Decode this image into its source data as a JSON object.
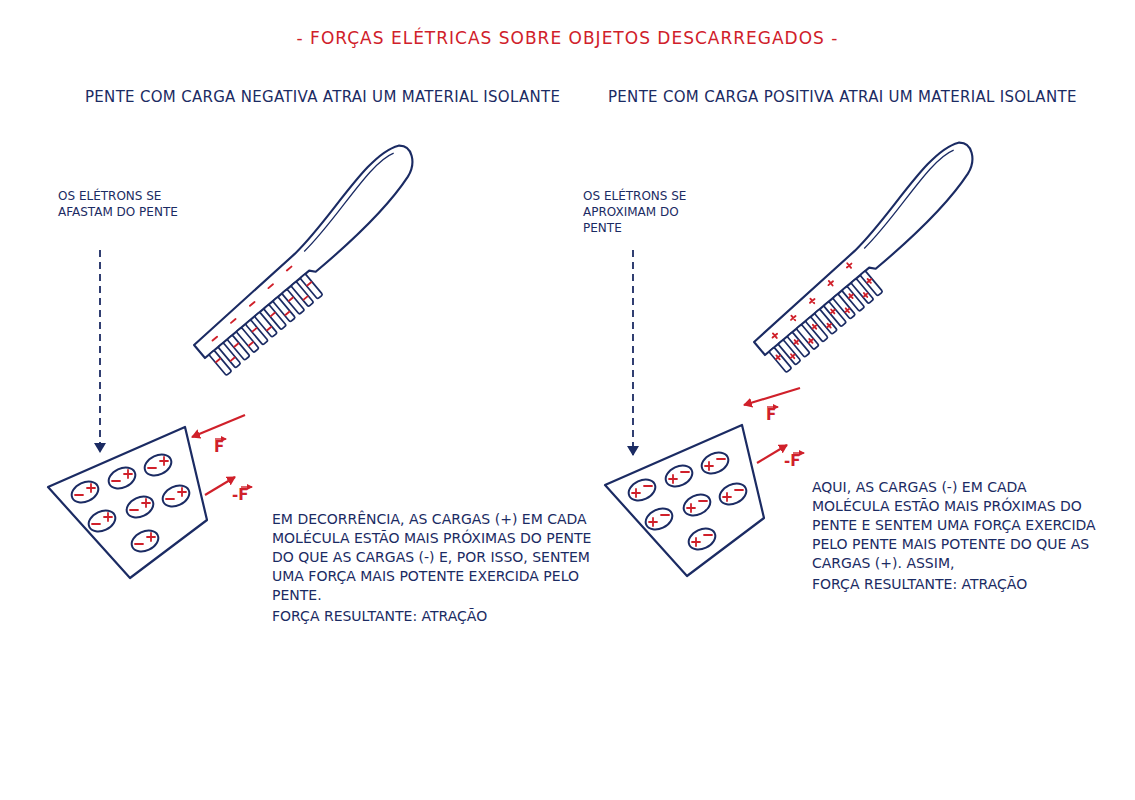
{
  "diagram": {
    "title": "- FORÇAS ELÉTRICAS SOBRE OBJETOS DESCARREGADOS -",
    "labels": [
      "PENTE COM CARGA NEGATIVA ATRAI UM MATERIAL ISOLANTE",
      "PENTE COM CARGA POSITIVA ATRAI UM MATERIAL ISOLANTE",
      "OS ELÉTRONS SE AFASTAM DO PENTE",
      "OS ELÉTRONS SE APROXIMAM DO PENTE",
      "F",
      "-F",
      "F",
      "-F",
      "EM DECORRÊNCIA, AS CARGAS (+) EM CADA MOLÉCULA ESTÃO MAIS PRÓXIMAS DO PENTE DO QUE AS CARGAS (-) E, POR ISSO, SENTEM UMA FORÇA MAIS POTENTE EXERCIDA PELO PENTE.",
      "FORÇA RESULTANTE: ATRAÇÃO",
      "AQUI, AS CARGAS (-) EM CADA MOLÉCULA ESTÃO MAIS PRÓXIMAS DO PENTE E SENTEM UMA FORÇA EXERCIDA PELO PENTE MAIS POTENTE DO QUE AS CARGAS (+). ASSIM,",
      "FORÇA RESULTANTE: ATRAÇÃO"
    ]
  }
}
